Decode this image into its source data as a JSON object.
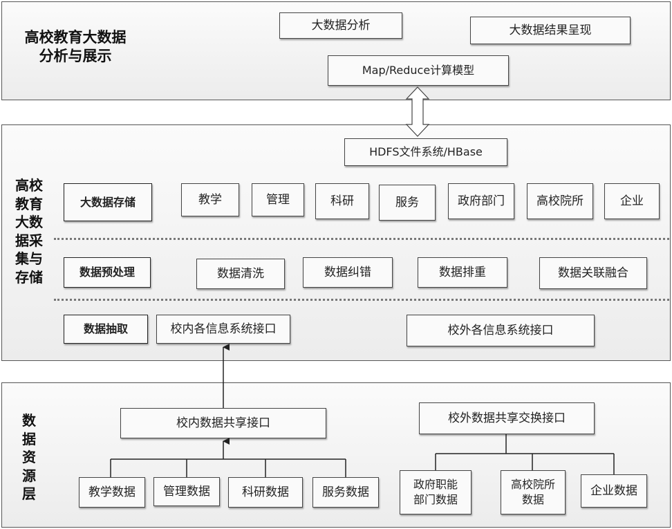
{
  "layers": {
    "analysis": {
      "title": "高校教育大数据\n分析与展示",
      "boxes": [
        "大数据分析",
        "大数据结果呈现",
        "Map/Reduce计算模型"
      ]
    },
    "collection": {
      "title": "高校\n教育\n大数\n据采\n集与\n存储",
      "hdfs": "HDFS文件系统/HBase",
      "storage_label": "大数据存储",
      "storage_items": [
        "教学",
        "管理",
        "科研",
        "服务",
        "政府部门",
        "高校院所",
        "企业"
      ],
      "preprocess_label": "数据预处理",
      "preprocess_items": [
        "数据清洗",
        "数据纠错",
        "数据排重",
        "数据关联融合"
      ],
      "extract_label": "数据抽取",
      "internal_interface": "校内各信息系统接口",
      "external_interface": "校外各信息系统接口"
    },
    "resource": {
      "title": "数\n据\n资\n源\n层",
      "internal_share": "校内数据共享接口",
      "external_share": "校外数据共享交换接口",
      "internal_sources": [
        "教学数据",
        "管理数据",
        "科研数据",
        "服务数据"
      ],
      "external_sources": [
        "政府职能\n部门数据",
        "高校院所\n数据",
        "企业数据"
      ]
    }
  }
}
